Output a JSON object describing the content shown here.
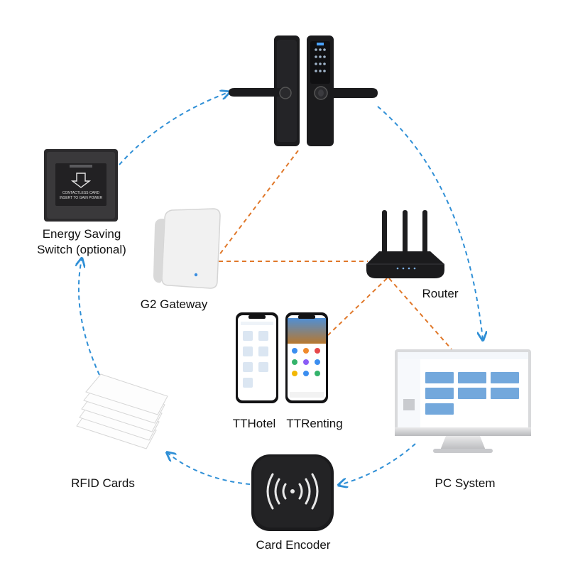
{
  "labels": {
    "energy_switch": "Energy Saving",
    "energy_switch_sub": "Switch (optional)",
    "gateway": "G2 Gateway",
    "router": "Router",
    "tthotel": "TTHotel",
    "ttrenting": "TTRenting",
    "pc_system": "PC System",
    "rfid_cards": "RFID Cards",
    "card_encoder": "Card Encoder"
  },
  "switch_panel": {
    "line1": "CONTACTLESS CARD",
    "line2": "INSERT TO GAIN POWER"
  },
  "colors": {
    "flow_arrow": "#2f8fd6",
    "network_link": "#e0782a",
    "device_black": "#1b1b1d",
    "device_white": "#f4f4f4"
  },
  "icons": {
    "switch_arrow": "down-arrow-icon",
    "encoder_symbol": "contactless-icon"
  }
}
